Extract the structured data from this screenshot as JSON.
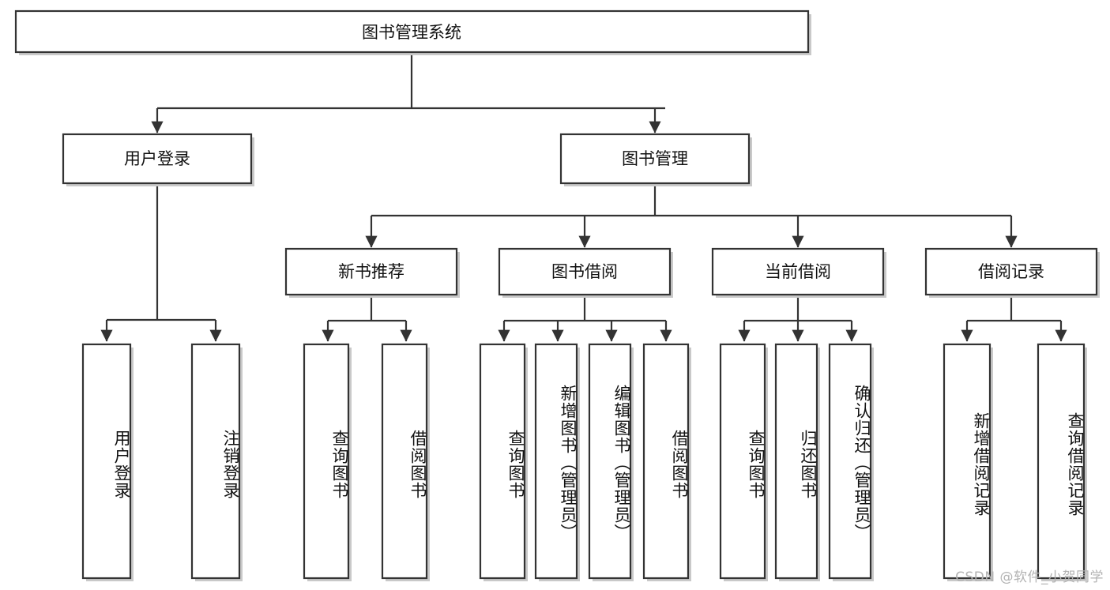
{
  "diagram": {
    "title": "图书管理系统",
    "type": "tree-hierarchy-diagram",
    "colors": {
      "box_stroke": "#333333",
      "box_fill": "#ffffff",
      "connector": "#333333",
      "shadow": "#c9c9c9",
      "text": "#111111",
      "watermark": "#b3b3b3",
      "background": "#ffffff"
    },
    "root": {
      "label": "图书管理系统"
    },
    "level1": [
      {
        "label": "用户登录"
      },
      {
        "label": "图书管理"
      }
    ],
    "level2": [
      {
        "label": "新书推荐"
      },
      {
        "label": "图书借阅"
      },
      {
        "label": "当前借阅"
      },
      {
        "label": "借阅记录"
      }
    ],
    "leaves": {
      "user_login": [
        {
          "label": "用户登录"
        },
        {
          "label": "注销登录"
        }
      ],
      "new_book_recommend": [
        {
          "label": "查询图书"
        },
        {
          "label": "借阅图书"
        }
      ],
      "book_borrow": [
        {
          "label": "查询图书"
        },
        {
          "label": "新增图书（管理员）"
        },
        {
          "label": "编辑图书（管理员）"
        },
        {
          "label": "借阅图书"
        }
      ],
      "current_borrow": [
        {
          "label": "查询图书"
        },
        {
          "label": "归还图书"
        },
        {
          "label": "确认归还（管理员）"
        }
      ],
      "borrow_record": [
        {
          "label": "新增借阅记录"
        },
        {
          "label": "查询借阅记录"
        }
      ]
    }
  },
  "watermark": {
    "text": "CSDN @软件_小贺同学"
  }
}
